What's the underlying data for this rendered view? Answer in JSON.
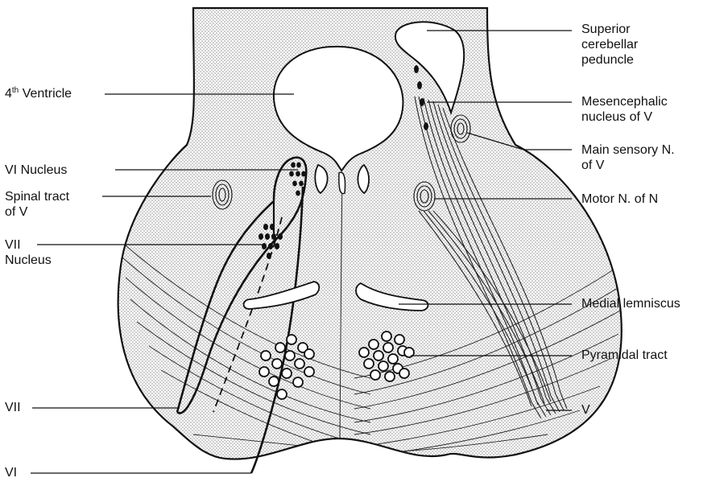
{
  "figure": {
    "background": "#ffffff",
    "ink": "#111111",
    "stipple": "#8a8a8a"
  },
  "labels": {
    "ventricle": {
      "text": "Ventricle",
      "sup_prefix_num": "4",
      "sup_prefix_suffix": "th"
    },
    "sup_cerebellar": {
      "lines": [
        "Superior",
        "cerebellar",
        "peduncle"
      ]
    },
    "mesencephalic": {
      "lines": [
        "Mesencephalic",
        "nucleus of V"
      ]
    },
    "main_sensory": {
      "lines": [
        "Main sensory N.",
        "of V"
      ]
    },
    "motor_n": {
      "lines": [
        "Motor N. of N"
      ]
    },
    "vi_nucleus": {
      "lines": [
        "VI Nucleus"
      ]
    },
    "spinal_tract": {
      "lines": [
        "Spinal tract",
        "of V"
      ]
    },
    "vii_nucleus": {
      "lines": [
        "VII",
        "Nucleus"
      ]
    },
    "medial_lemniscus": {
      "lines": [
        "Medial lemniscus"
      ]
    },
    "pyramidal_tract": {
      "lines": [
        "Pyramidal tract"
      ]
    },
    "vii": {
      "lines": [
        "VII"
      ]
    },
    "vi": {
      "lines": [
        "VI"
      ]
    },
    "v": {
      "lines": [
        "V"
      ]
    }
  }
}
